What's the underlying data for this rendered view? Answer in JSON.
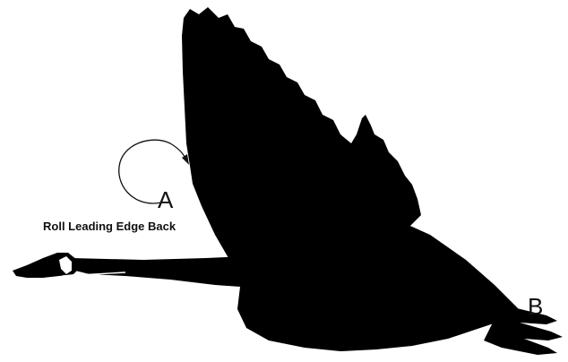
{
  "labels": {
    "point_a": "A",
    "point_b": "B",
    "instruction": "Roll Leading Edge Back"
  },
  "colors": {
    "silhouette": "#000000",
    "background": "#ffffff",
    "arrow": "#111111"
  },
  "icons": {
    "rotation": "curved-arrow-icon",
    "bird": "goose-silhouette"
  }
}
